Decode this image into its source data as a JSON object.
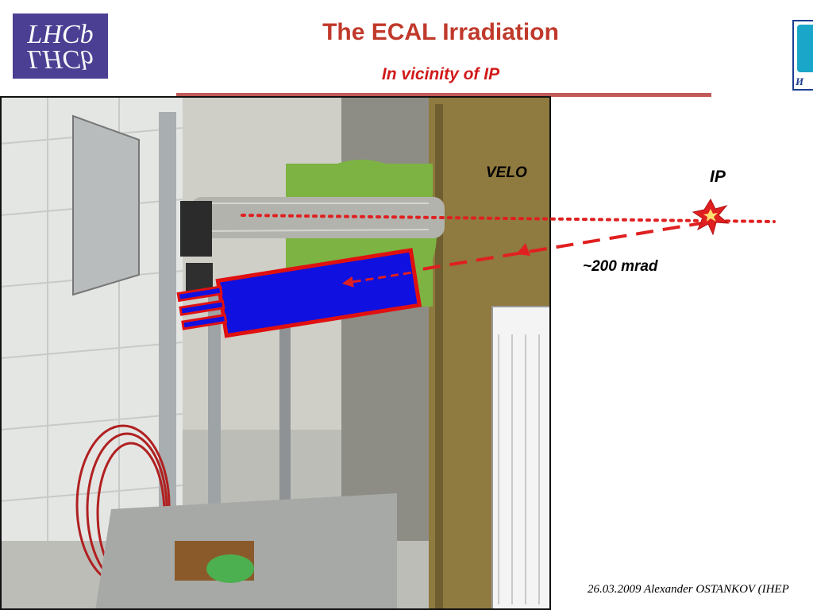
{
  "slide": {
    "title": "The ECAL Irradiation",
    "subtitle": "In vicinity of IP",
    "footer": "26.03.2009 Alexander OSTANKOV (IHEP"
  },
  "logos": {
    "left_text": "LHCb",
    "right_text": "И Ф"
  },
  "annotations": {
    "velo": "VELO",
    "ip": "IP",
    "angle": "~200 mrad"
  },
  "colors": {
    "title": "#c0392b",
    "beam": "#e02020",
    "module_fill": "#1010e0",
    "module_border": "#e01010",
    "rule": "#c25a5a"
  }
}
